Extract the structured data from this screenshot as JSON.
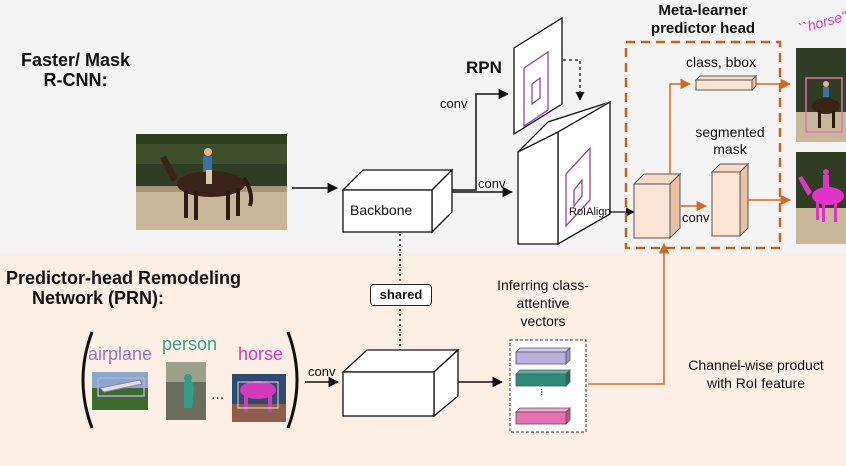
{
  "top_section": {
    "title_line1": "Faster/ Mask",
    "title_line2": "R-CNN:"
  },
  "bottom_section": {
    "title_line1": "Predictor-head Remodeling",
    "title_line2": "Network (PRN):"
  },
  "rpn_label": "RPN",
  "backbone_label": "Backbone",
  "conv_labels": {
    "rpn_conv": "conv",
    "feature_conv": "conv",
    "mask_conv": "conv",
    "prn_conv": "conv"
  },
  "roialign_label": "RoIAlign",
  "meta_head": {
    "title_line1": "Meta-learner",
    "title_line2": "predictor head",
    "class_bbox": "class, bbox",
    "segmented_line1": "segmented",
    "segmented_line2": "mask"
  },
  "output_label": "``horse''",
  "shared_label": "shared",
  "inferring": {
    "line1": "Inferring class-",
    "line2": "attentive",
    "line3": "vectors"
  },
  "channel_product": {
    "line1": "Channel-wise product",
    "line2": "with RoI feature"
  },
  "classes": [
    {
      "name": "airplane",
      "color": "#8e7cc3"
    },
    {
      "name": "person",
      "color": "#3a9e8a"
    },
    {
      "name": "horse",
      "color": "#d13ab8"
    }
  ],
  "ellipsis": "...",
  "vector_colors": [
    "#b9b0e0",
    "#2e8b7a",
    "#e86fb0"
  ],
  "accent_color": "#d2691e"
}
